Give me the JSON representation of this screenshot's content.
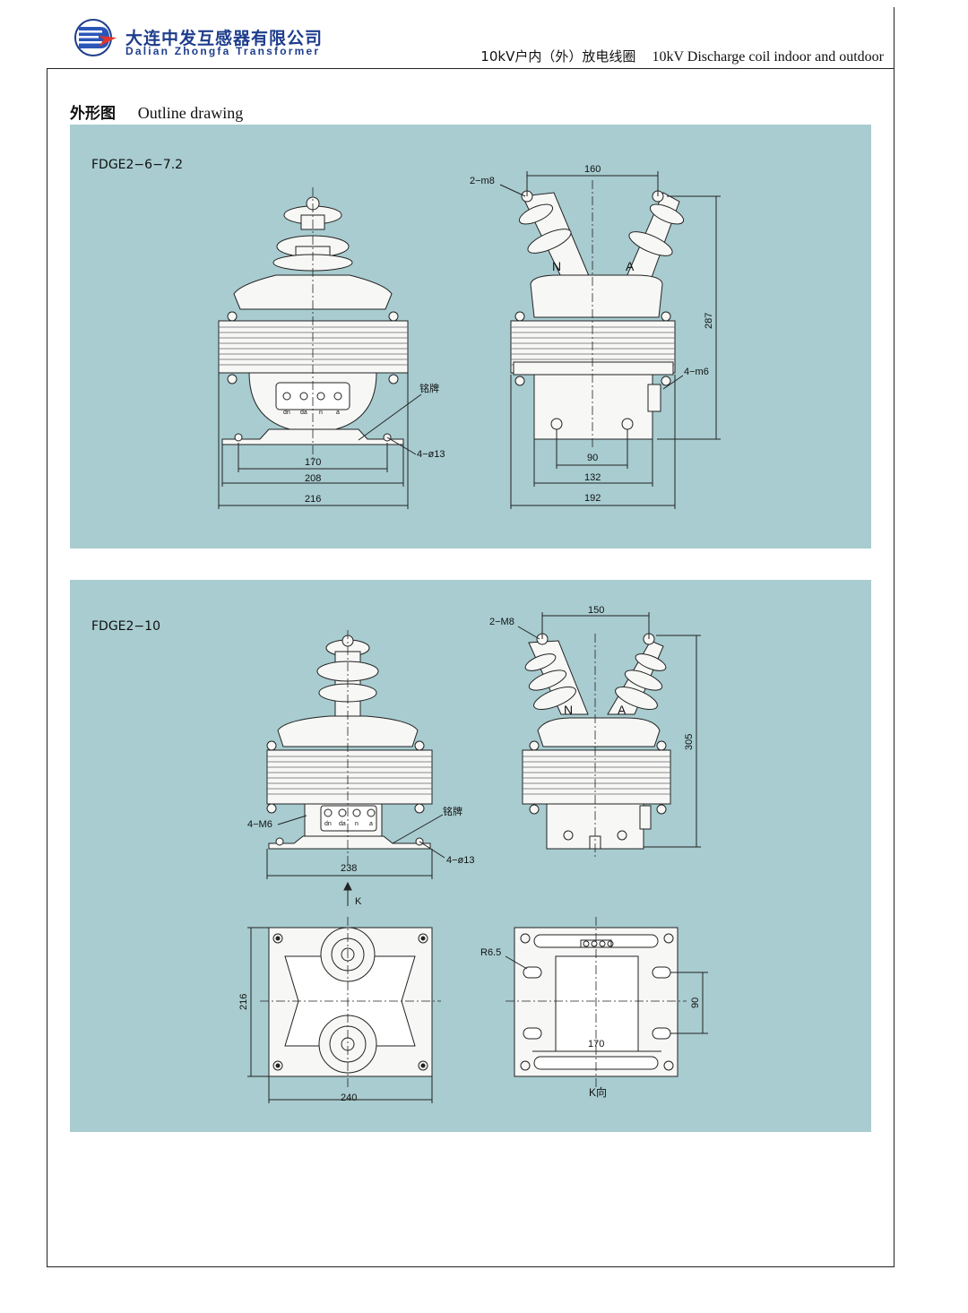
{
  "header": {
    "company_cn": "大连中发互感器有限公司",
    "company_en": "Dalian Zhongfa Transformer",
    "title_cn": "10kV户内（外）放电线圈",
    "title_en": "10kV Discharge coil indoor and outdoor"
  },
  "section": {
    "heading_cn": "外形图",
    "heading_en": "Outline drawing"
  },
  "panels": [
    {
      "model": "FDGE2−6−7.2",
      "front": {
        "terminals": [
          "dn",
          "da",
          "n",
          "a"
        ],
        "nameplate": "铭牌",
        "holes": "4−ø13",
        "dims": [
          "170",
          "208",
          "216"
        ]
      },
      "side": {
        "bolts": "2−m8",
        "screws": "4−m6",
        "top_dim": "160",
        "height": "287",
        "dims": [
          "90",
          "132",
          "192"
        ],
        "bushing_n": "N",
        "bushing_a": "A"
      }
    },
    {
      "model": "FDGE2−10",
      "front": {
        "terminals": [
          "dn",
          "da",
          "n",
          "a"
        ],
        "nameplate": "铭牌",
        "screws": "4−M6",
        "holes": "4−ø13",
        "dims": [
          "238"
        ]
      },
      "side": {
        "bolts": "2−M8",
        "top_dim": "150",
        "height": "305",
        "bushing_n": "N",
        "bushing_a": "A"
      },
      "view_arrow": "K",
      "top": {
        "width": "240",
        "depth": "216"
      },
      "bottom": {
        "radius": "R6.5",
        "dims": [
          "170",
          "90"
        ],
        "caption": "K向"
      }
    }
  ],
  "colors": {
    "panel_bg": "#a8ccd0",
    "drawing_fill": "#f7f7f5",
    "brand_blue": "#1e3d8c",
    "brand_red": "#e0342c"
  }
}
